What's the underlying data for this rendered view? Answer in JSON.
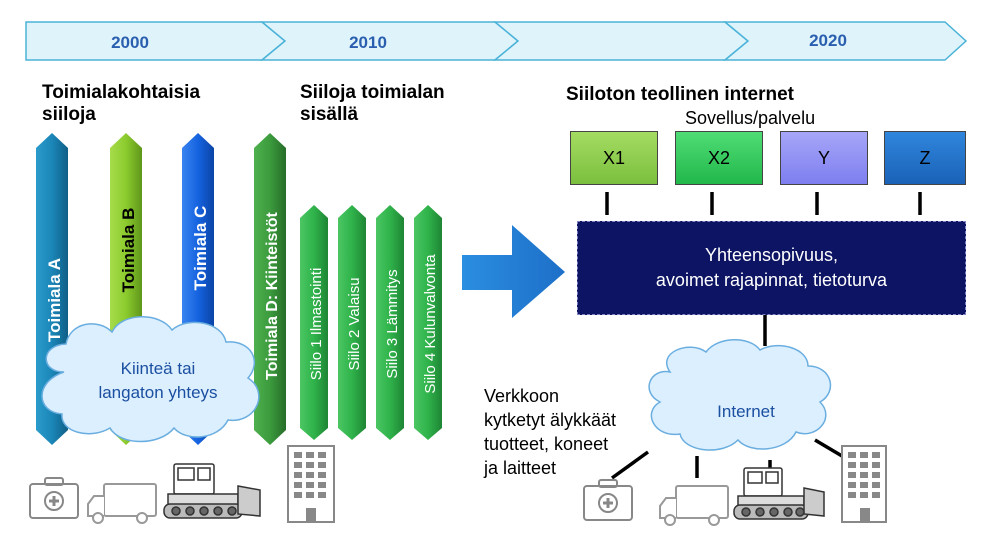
{
  "timeline": {
    "years": [
      "2000",
      "2010",
      "2020"
    ],
    "color": "#dff3fb"
  },
  "left": {
    "title_line1": "Toimialakohtaisia",
    "title_line2": "siiloja",
    "pillars": [
      {
        "label": "Toimiala A",
        "color": "#1b86b8"
      },
      {
        "label": "Toimiala B",
        "color": "#8ccb2e"
      },
      {
        "label": "Toimiala C",
        "color": "#1563e0"
      }
    ],
    "cloud_line1": "Kiinteä tai",
    "cloud_line2": "langaton yhteys"
  },
  "middle": {
    "title_line1": "Siiloja toimialan",
    "title_line2": "sisällä",
    "big_pillar": {
      "label": "Toimiala D: Kiinteistöt",
      "color": "#3b9b3d"
    },
    "small_pillars": [
      {
        "label": "Siilo 1 Ilmastointi"
      },
      {
        "label": "Siilo 2  Valaisu"
      },
      {
        "label": "Siilo 3 Lämmitys"
      },
      {
        "label": "Siilo 4 Kulunvalvonta"
      }
    ],
    "small_color": "#2fb34a"
  },
  "right": {
    "title": "Siiloton teollinen internet",
    "subtitle": "Sovellus/palvelu",
    "apps": [
      {
        "label": "X1",
        "color": "#8fd14f"
      },
      {
        "label": "X2",
        "color": "#2fcb5a"
      },
      {
        "label": "Y",
        "color": "#8f8ff4"
      },
      {
        "label": "Z",
        "color": "#1e6fc8"
      }
    ],
    "platform_line1": "Yhteensopivuus,",
    "platform_line2": "avoimet rajapinnat, tietoturva",
    "platform_color": "#0c1463",
    "internet_label": "Internet",
    "devices_line1": "Verkkoon",
    "devices_line2": "kytketyt älykkäät",
    "devices_line3": "tuotteet, koneet",
    "devices_line4": "ja laitteet"
  },
  "icons": [
    "medical-case-icon",
    "truck-icon",
    "bulldozer-icon",
    "building-icon"
  ]
}
